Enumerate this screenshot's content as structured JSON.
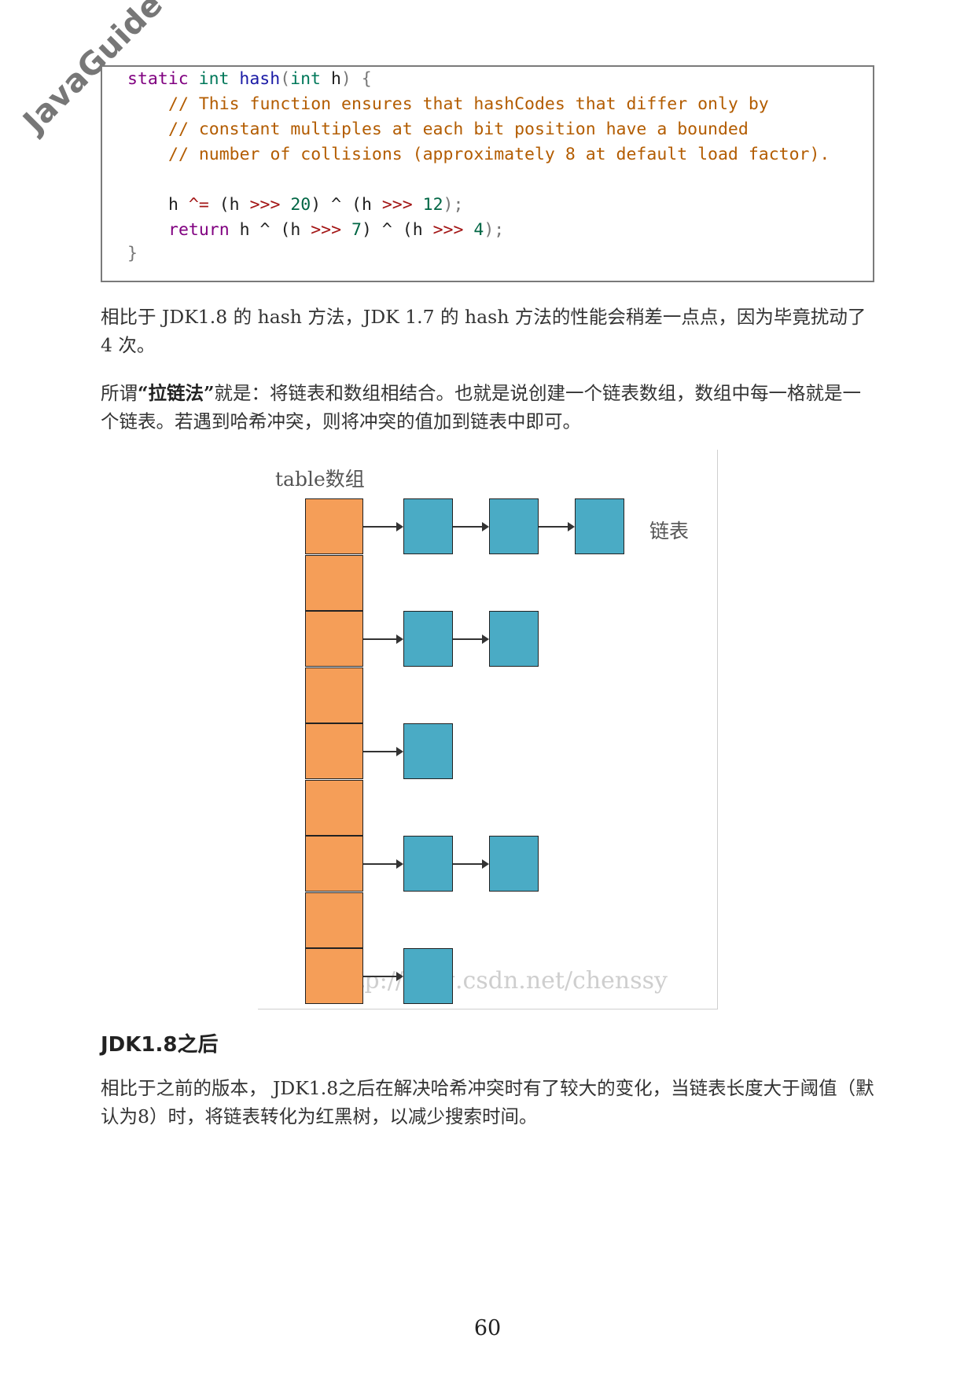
{
  "watermark": "JavaGuide",
  "code": {
    "line1": {
      "kw": "static",
      "ty": "int",
      "fn": "hash",
      "p1": "(",
      "ty2": "int",
      "arg": " h",
      "p2": ")",
      "brace": " {"
    },
    "comment1": "// This function ensures that hashCodes that differ only by",
    "comment2": "// constant multiples at each bit position have a bounded",
    "comment3": "// number of collisions (approximately 8 at default load factor).",
    "line5": {
      "a": "h ",
      "op1": "^=",
      "b": " (h ",
      "op2": ">>>",
      "n1": " 20",
      "c": ") ^ (h ",
      "op3": ">>>",
      "n2": " 12",
      "d": ");"
    },
    "line6": {
      "kw": "return",
      "a": " h ^ (h ",
      "op1": ">>>",
      "n1": " 7",
      "b": ") ^ (h ",
      "op2": ">>>",
      "n2": " 4",
      "c": ");"
    },
    "close": "}"
  },
  "paragraphs": {
    "p1": "相比于 JDK1.8 的 hash 方法，JDK 1.7 的 hash 方法的性能会稍差一点点，因为毕竟扰动了 4 次。",
    "p2_prefix": "所谓",
    "p2_bold": "“拉链法”",
    "p2_suffix": "就是：将链表和数组相结合。也就是说创建一个链表数组，数组中每一格就是一个链表。若遇到哈希冲突，则将冲突的值加到链表中即可。",
    "p3": "相比于之前的版本， JDK1.8之后在解决哈希冲突时有了较大的变化，当链表长度大于阈值（默认为8）时，将链表转化为红黑树，以减少搜索时间。"
  },
  "figure": {
    "table_label": "table数组",
    "list_label": "链表",
    "source_watermark": "http://blog.csdn.net/chenssy",
    "table_length": 9,
    "chains": [
      3,
      0,
      2,
      0,
      1,
      0,
      2,
      0,
      1
    ],
    "colors": {
      "table_cell": "#f59e58",
      "list_node": "#4aabc5"
    }
  },
  "heading": "JDK1.8之后",
  "page_number": "60"
}
